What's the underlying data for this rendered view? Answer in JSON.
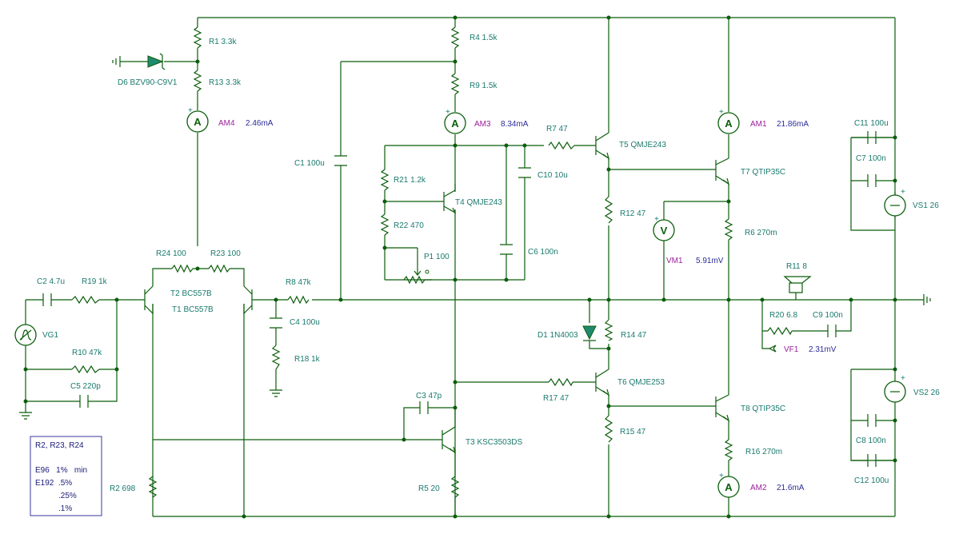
{
  "components": {
    "R1": "R1 3.3k",
    "R13": "R13 3.3k",
    "D6": "D6 BZV90-C9V1",
    "AM4": "AM4",
    "AM4_val": "2.46mA",
    "R4": "R4 1.5k",
    "R9": "R9 1.5k",
    "AM3": "AM3",
    "AM3_val": "8.34mA",
    "C1": "C1 100u",
    "R21": "R21 1.2k",
    "R22": "R22 470",
    "T4": "T4 QMJE243",
    "C10": "C10 10u",
    "C6": "C6 100n",
    "P1": "P1 100",
    "R7": "R7 47",
    "T5": "T5 QMJE243",
    "R12": "R12 47",
    "AM1": "AM1",
    "AM1_val": "21.86mA",
    "T7": "T7 QTIP35C",
    "VM1": "VM1",
    "VM1_val": "5.91mV",
    "R6": "R6 270m",
    "C11": "C11 100u",
    "C7": "C7 100n",
    "VS1": "VS1 26",
    "R11": "R11 8",
    "R20": "R20 6.8",
    "C9": "C9 100n",
    "VF1": "VF1",
    "VF1_val": "2.31mV",
    "R24": "R24 100",
    "R23": "R23 100",
    "T2": "T2 BC557B",
    "T1": "T1 BC557B",
    "C2": "C2 4.7u",
    "R19": "R19 1k",
    "VG1": "VG1",
    "R10": "R10 47k",
    "C5": "C5 220p",
    "R8": "R8 47k",
    "C4": "C4 100u",
    "R18": "R18 1k",
    "D1": "D1 1N4003",
    "R14": "R14 47",
    "T6": "T6 QMJE253",
    "R17": "R17 47",
    "T8": "T8 QTIP35C",
    "C3": "C3 47p",
    "T3": "T3 KSC3503DS",
    "R15": "R15 47",
    "R5": "R5 20",
    "R16": "R16 270m",
    "AM2": "AM2",
    "AM2_val": "21.6mA",
    "VS2": "VS2 26",
    "C8": "C8 100n",
    "C12": "C12 100u",
    "R2": "R2 698"
  },
  "meters": {
    "ammeter_symbol": "A",
    "voltmeter_symbol": "V"
  },
  "note": {
    "line1": "R2, R23, R24",
    "line2": "E96   1%   min",
    "line3": "E192  .5%",
    "line4": ".25%",
    "line5": ".1%"
  },
  "colors": {
    "wire": "#0b5e0b",
    "label": "#1a7a6e",
    "meter_name": "#9b1f9b",
    "meter_value": "#2a2a9a",
    "note": "#1a1a7a"
  }
}
